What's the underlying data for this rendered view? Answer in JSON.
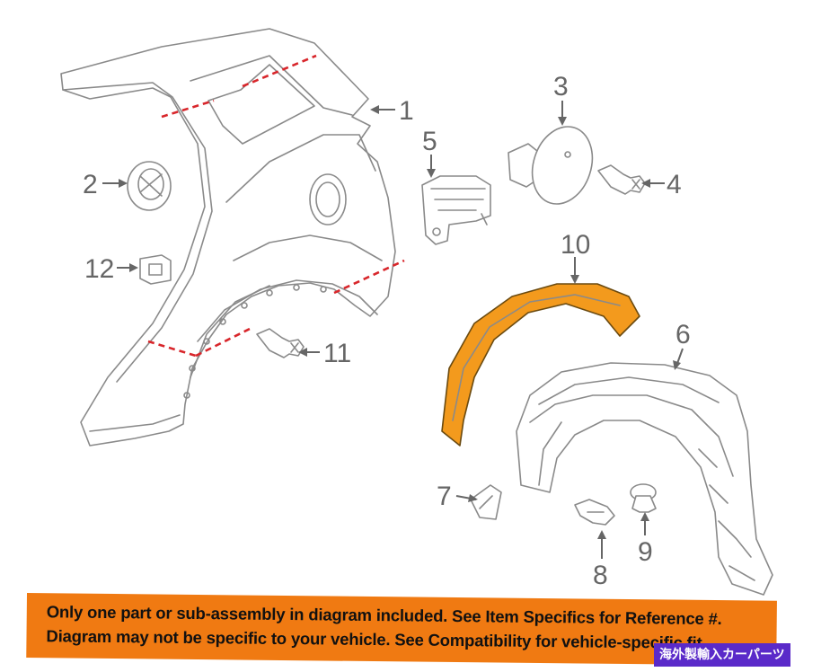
{
  "callouts": {
    "c1": "1",
    "c2": "2",
    "c3": "3",
    "c4": "4",
    "c5": "5",
    "c6": "6",
    "c7": "7",
    "c8": "8",
    "c9": "9",
    "c10": "10",
    "c11": "11",
    "c12": "12"
  },
  "highlight_color": "#f39a1d",
  "cut_line_color": "#d8262b",
  "banner": {
    "line1": "Only one part or sub-assembly in diagram included. See Item Specifics for Reference #.",
    "line2": "Diagram may not be specific to your vehicle. See Compatibility for vehicle-specific fit.",
    "color": "#f07a12"
  },
  "seller_tag": {
    "text": "海外製輸入カーパーツ",
    "color": "#5a2ac9"
  }
}
